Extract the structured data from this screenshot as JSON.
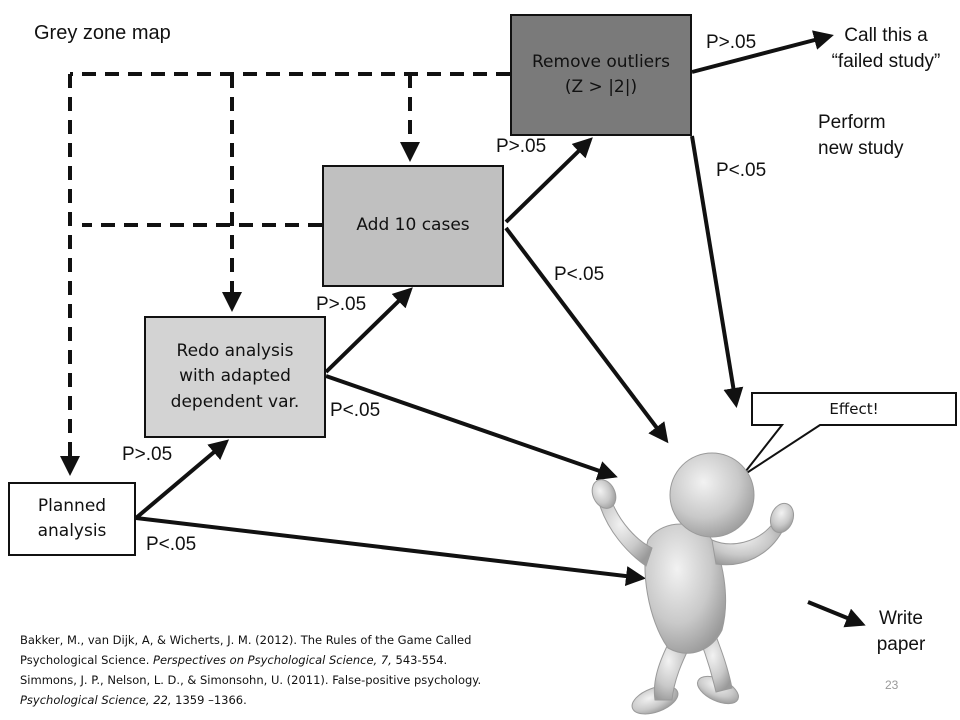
{
  "title": "Grey zone map",
  "boxes": {
    "remove_outliers": {
      "line1": "Remove outliers",
      "line2": "(Z > |2|)"
    },
    "add_cases": {
      "label": "Add 10 cases"
    },
    "redo_analysis": {
      "line1": "Redo analysis",
      "line2": "with adapted",
      "line3": "dependent var."
    },
    "planned_analysis": {
      "line1": "Planned",
      "line2": "analysis"
    }
  },
  "edge_labels": {
    "planned_ns": "P>.05",
    "planned_sig": "P<.05",
    "redo_ns": "P>.05",
    "redo_sig": "P<.05",
    "add_ns": "P>.05",
    "add_sig": "P<.05",
    "outliers_ns": "P>.05",
    "outliers_sig": "P<.05"
  },
  "failed": {
    "line1": "Call this a",
    "line2": "“failed study”"
  },
  "new_study": {
    "line1": "Perform",
    "line2": "new study"
  },
  "effect_bubble": "Effect!",
  "write_paper": {
    "line1": "Write",
    "line2": "paper"
  },
  "references": {
    "r1_a": "Bakker, M., van Dijk, A, & Wicherts, J. M. (2012). The Rules of the Game Called",
    "r1_b_prefix": " Psychological Science. ",
    "r1_b_journal": "Perspectives on Psychological Science, 7,",
    "r1_b_pages": " 543-554.",
    "r2_a": "Simmons, J. P., Nelson, L. D., & Simonsohn, U. (2011). False-positive psychology.",
    "r2_b_journal": "Psychological Science, 22,",
    "r2_b_pages": " 1359 –1366."
  },
  "page_number": "23",
  "icons": {
    "figure": "cheering-person-icon"
  },
  "colors": {
    "outliers_fill": "#7a7a7a",
    "add_fill": "#c0c0c0",
    "redo_fill": "#d3d3d3",
    "line": "#111111"
  }
}
